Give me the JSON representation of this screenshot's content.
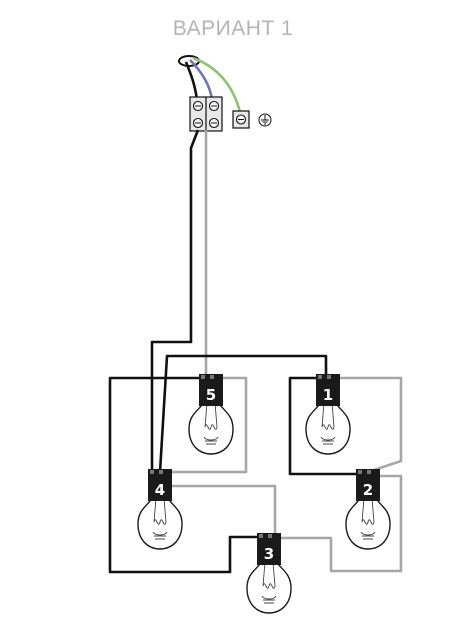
{
  "title": "ВАРИАНТ 1",
  "lamps": [
    {
      "label": "1"
    },
    {
      "label": "2"
    },
    {
      "label": "3"
    },
    {
      "label": "4"
    },
    {
      "label": "5"
    }
  ],
  "colors": {
    "phase_wire": "#111111",
    "neutral_wire": "#a6a6a6",
    "supply_blue": "#6f74b8",
    "ground_green": "#8cc66a",
    "title": "#b4b4b4"
  },
  "icons": {
    "terminal_block": "terminal-block-icon",
    "ground": "ground-symbol-icon",
    "bulb": "light-bulb-icon"
  }
}
